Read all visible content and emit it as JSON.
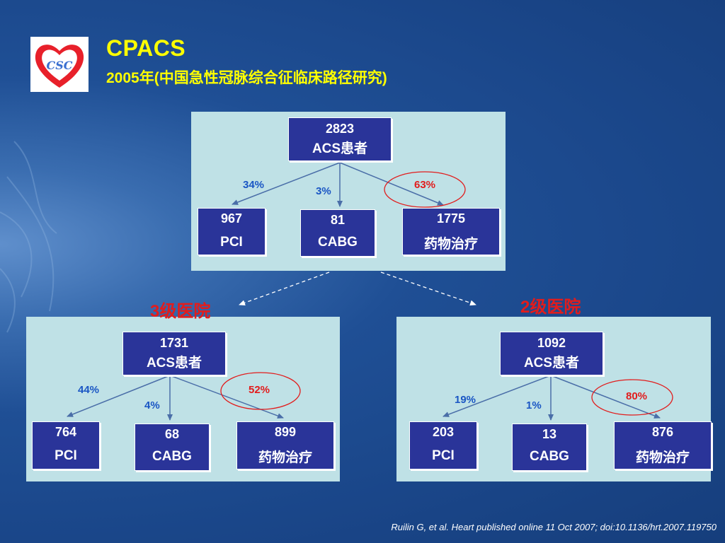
{
  "header": {
    "title": "CPACS",
    "subtitle": "2005年(中国急性冠脉综合征临床路径研究)",
    "logo_text": "CSC"
  },
  "levels": {
    "left": "3级医院",
    "right": "2级医院"
  },
  "trees": {
    "total": {
      "root": {
        "count": "2823",
        "label": "ACS患者"
      },
      "branches": [
        {
          "pct": "34%",
          "count": "967",
          "label": "PCI"
        },
        {
          "pct": "3%",
          "count": "81",
          "label": "CABG"
        },
        {
          "pct": "63%",
          "count": "1775",
          "label": "药物治疗"
        }
      ]
    },
    "tier3": {
      "root": {
        "count": "1731",
        "label": "ACS患者"
      },
      "branches": [
        {
          "pct": "44%",
          "count": "764",
          "label": "PCI"
        },
        {
          "pct": "4%",
          "count": "68",
          "label": "CABG"
        },
        {
          "pct": "52%",
          "count": "899",
          "label": "药物治疗"
        }
      ]
    },
    "tier2": {
      "root": {
        "count": "1092",
        "label": "ACS患者"
      },
      "branches": [
        {
          "pct": "19%",
          "count": "203",
          "label": "PCI"
        },
        {
          "pct": "1%",
          "count": "13",
          "label": "CABG"
        },
        {
          "pct": "80%",
          "count": "876",
          "label": "药物治疗"
        }
      ]
    }
  },
  "citation": "Ruilin G, et al. Heart published online 11 Oct 2007; doi:10.1136/hrt.2007.119750",
  "colors": {
    "node_fill": "#2a3499",
    "panel_fill": "#bfe1e6",
    "highlight": "#e21c1c",
    "pct_blue": "#1a56c4",
    "title": "#ffff00"
  }
}
